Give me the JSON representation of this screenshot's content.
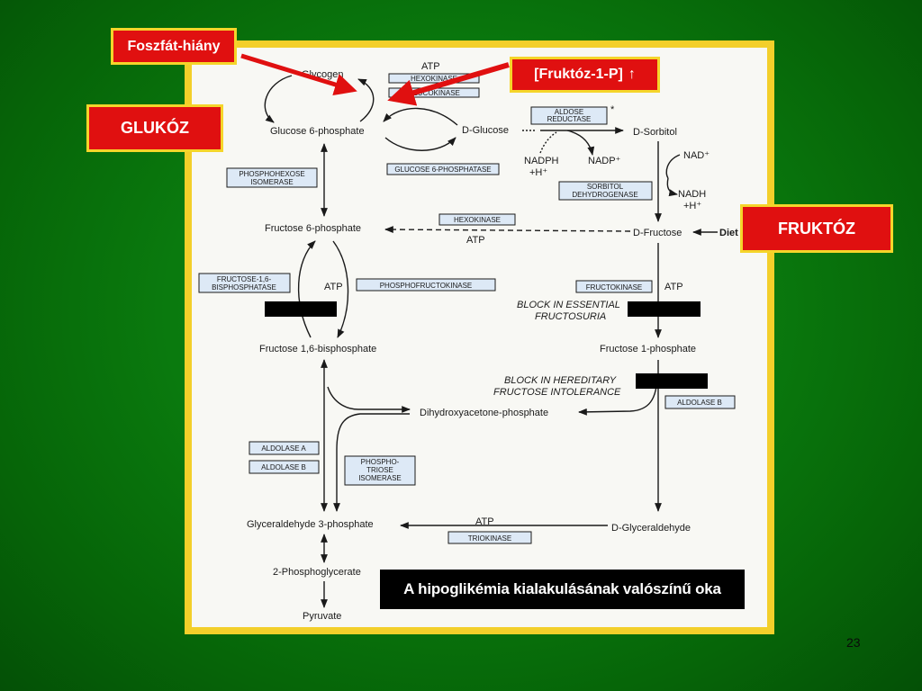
{
  "callouts": {
    "phosphate_deficiency": "Foszfát-hiány",
    "fructose_1p": "[Fruktóz-1-P]",
    "fructose_1p_arrow": "↑",
    "glucose": "GLUKÓZ",
    "fructose": "FRUKTÓZ",
    "caption": "A hipoglikémia kialakulásának valószínű oka"
  },
  "page_number": "23",
  "diagram": {
    "metabolites": {
      "glycogen": "Glycogen",
      "glucose6p": "Glucose 6-phosphate",
      "d_glucose": "D-Glucose",
      "d_sorbitol": "D-Sorbitol",
      "fructose6p": "Fructose 6-phosphate",
      "d_fructose": "D-Fructose",
      "diet": "Diet",
      "fructose16bp": "Fructose 1,6-bisphosphate",
      "fructose1p": "Fructose 1-phosphate",
      "dhap": "Dihydroxyacetone-phosphate",
      "g3p": "Glyceraldehyde 3-phosphate",
      "d_glyceraldehyde": "D-Glyceraldehyde",
      "pg2": "2-Phosphoglycerate",
      "pyruvate": "Pyruvate"
    },
    "cofactors": {
      "atp_top": "ATP",
      "nadph": "NADPH",
      "h_plus_1": "+H⁺",
      "nadp": "NADP⁺",
      "nad": "NAD⁺",
      "nadh": "NADH",
      "h_plus_2": "+H⁺",
      "atp_hexo": "ATP",
      "atp_pfk": "ATP",
      "atp_fk": "ATP",
      "atp_trio": "ATP",
      "asterisk": "*"
    },
    "enzymes": {
      "hexokinase_top": "HEXOKINASE",
      "glucokinase_top": "GLUCOKINASE",
      "aldose_reductase": [
        "ALDOSE",
        "REDUCTASE"
      ],
      "glucose6phosphatase": "GLUCOSE 6-PHOSPHATASE",
      "phosphohexose_isomerase": [
        "PHOSPHOHEXOSE",
        "ISOMERASE"
      ],
      "sorbitol_dehydrogenase": [
        "SORBITOL",
        "DEHYDROGENASE"
      ],
      "hexokinase_mid": "HEXOKINASE",
      "fructose_bisphosphatase": [
        "FRUCTOSE-1,6-",
        "BISPHOSPHATASE"
      ],
      "phosphofructokinase": "PHOSPHOFRUCTOKINASE",
      "fructokinase": "FRUCTOKINASE",
      "aldolase_b_right": "ALDOLASE B",
      "aldolase_a": "ALDOLASE A",
      "aldolase_b_left": "ALDOLASE B",
      "phosphotriose_isomerase": [
        "PHOSPHO-",
        "TRIOSE",
        "ISOMERASE"
      ],
      "triokinase": "TRIOKINASE"
    },
    "blocks": {
      "essential_fructosuria": [
        "BLOCK IN ESSENTIAL",
        "FRUCTOSURIA"
      ],
      "hereditary_intolerance": [
        "BLOCK IN HEREDITARY",
        "FRUCTOSE INTOLERANCE"
      ]
    }
  },
  "colors": {
    "background": "#0a7a0e",
    "frame": "#f3cf2a",
    "callout": "#e01010",
    "enzyme_box": "#dde9f6",
    "caption_bg": "#000000"
  }
}
